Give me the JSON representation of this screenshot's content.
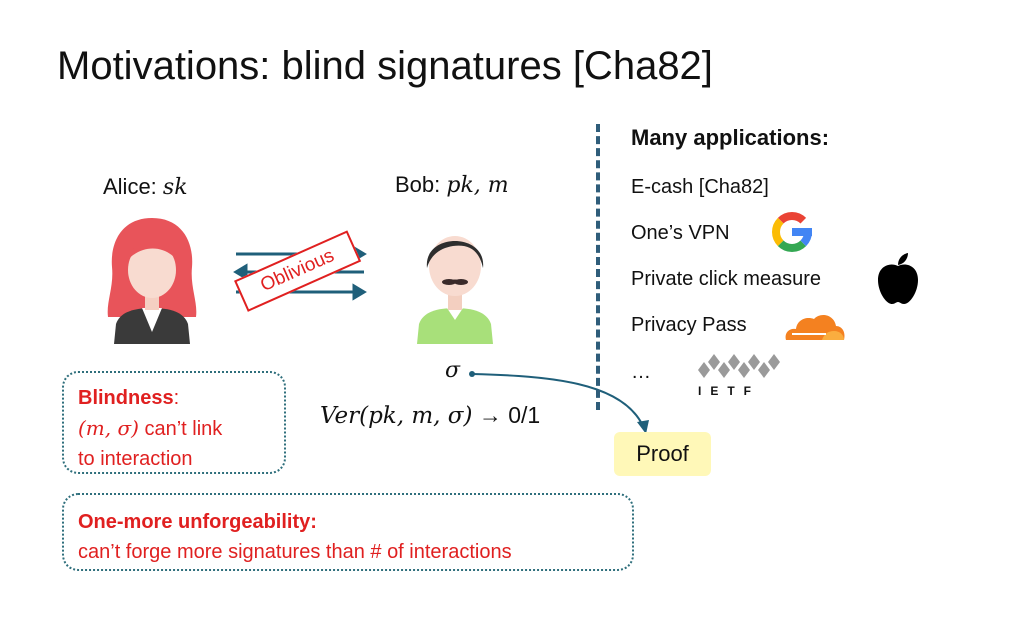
{
  "slide": {
    "title": "Motivations: blind signatures [Cha82]"
  },
  "alice": {
    "label": "Alice: ",
    "key": "sk"
  },
  "bob": {
    "label": "Bob: ",
    "key": "pk, m"
  },
  "protocol": {
    "stamp": "Oblivious"
  },
  "signature": {
    "symbol": "σ",
    "verify_fn": "Ver(pk, m, σ)",
    "verify_result": " → 0/1"
  },
  "blindness": {
    "title": "Blindness",
    "colon": ":",
    "pair": "(m, σ)",
    "line1_rest": " can’t link",
    "line2": "to interaction"
  },
  "unforgeability": {
    "title": "One-more unforgeability:",
    "text": "can’t forge more signatures than # of interactions"
  },
  "proof": {
    "label": "Proof"
  },
  "applications": {
    "title": "Many applications:",
    "items": [
      "E-cash [Cha82]",
      "One’s VPN",
      "Private click measure",
      "Privacy Pass",
      "…"
    ],
    "ietf_text": "IETF"
  },
  "colors": {
    "arrow": "#1f5f7a",
    "stamp": "#e02020",
    "accent_red": "#e02020",
    "box_border": "#2f6f7c",
    "proof_bg": "#fff8b8",
    "alice_hair": "#e8545a",
    "bob_shirt": "#a8e07a"
  }
}
